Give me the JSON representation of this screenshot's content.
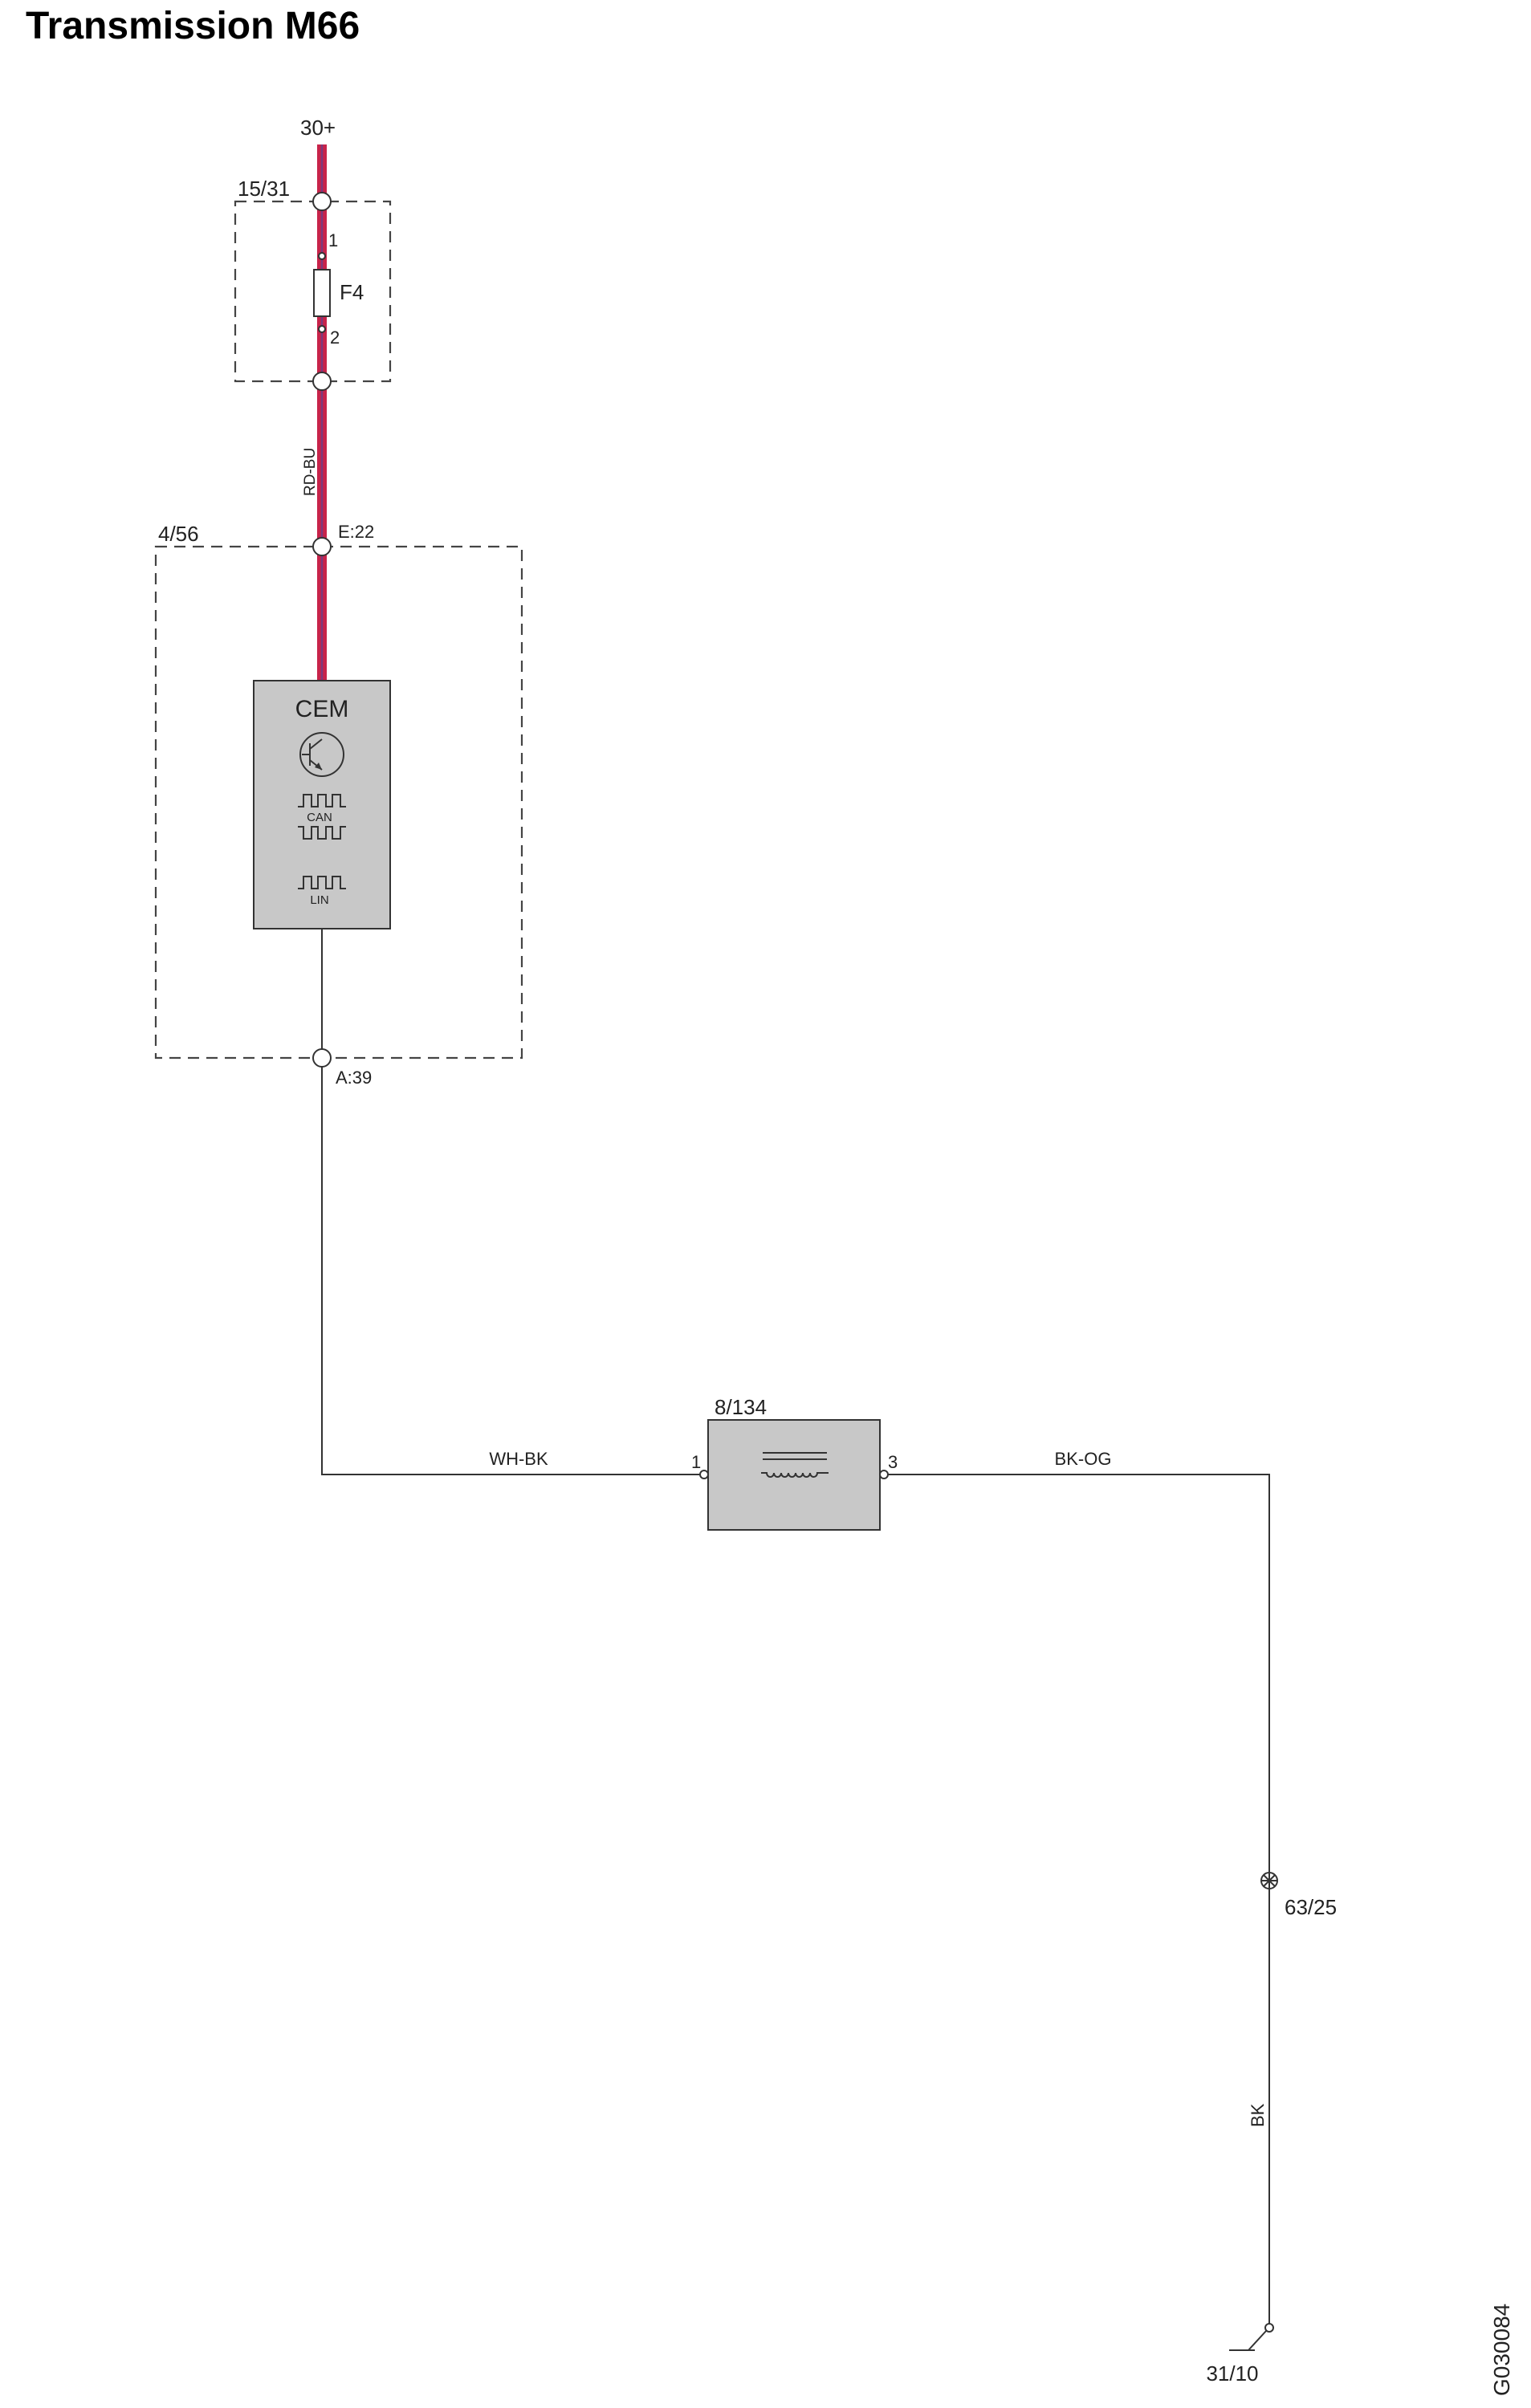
{
  "title": "Transmission M66",
  "figure_code": "G030084",
  "supply": {
    "label": "30+"
  },
  "fuse_box": {
    "id": "15/31",
    "fuse": "F4",
    "pin_in": "1",
    "pin_out": "2"
  },
  "wires": {
    "supply_wire": {
      "color_code": "RD-BU",
      "color_hex": "#c8234a",
      "stripe_hex": "#3d4fa8"
    },
    "cem_to_coil": {
      "color_code": "WH-BK"
    },
    "coil_to_ground": {
      "color_code": "BK-OG"
    },
    "ground_wire": {
      "color_code": "BK"
    }
  },
  "cem_box": {
    "id": "4/56",
    "connector_in": "E:22",
    "connector_out": "A:39",
    "module_label": "CEM",
    "bus_can": "CAN",
    "bus_lin": "LIN"
  },
  "coil": {
    "id": "8/134",
    "pin_in": "1",
    "pin_out": "3"
  },
  "splice": {
    "id": "63/25"
  },
  "ground": {
    "id": "31/10"
  },
  "icons": [
    "transistor-icon",
    "can-signal-icon",
    "lin-signal-icon",
    "coil-icon",
    "splice-icon",
    "ground-icon"
  ]
}
